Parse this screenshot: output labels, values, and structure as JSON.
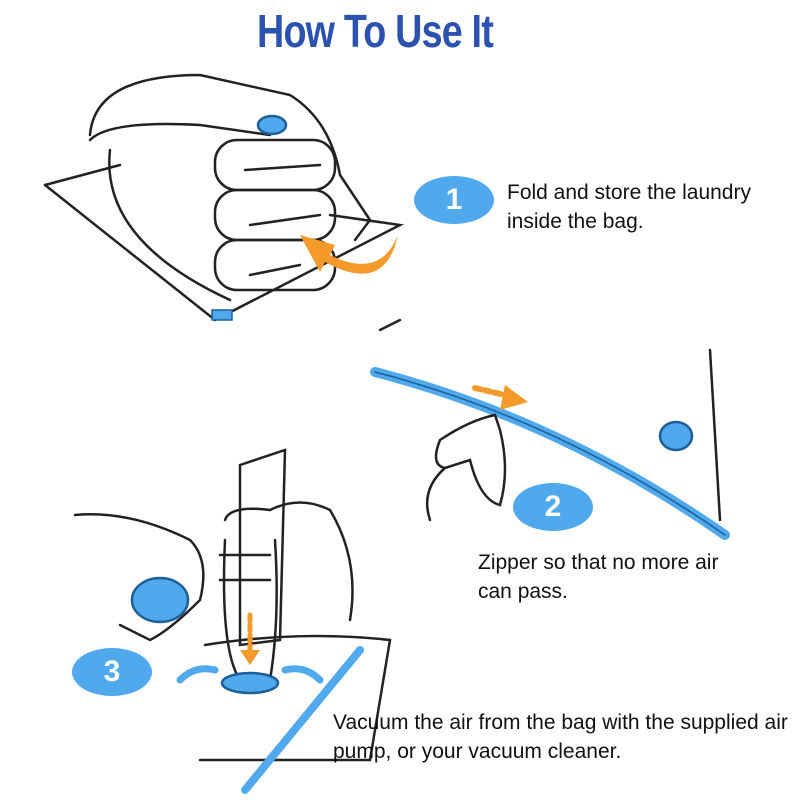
{
  "title": "How To Use It",
  "steps": [
    {
      "number": "1",
      "text": "Fold and store the laundry inside the bag."
    },
    {
      "number": "2",
      "text": "Zipper so that no more air can pass."
    },
    {
      "number": "3",
      "text": "Vacuum the air from the bag with the supplied air pump, or your vacuum cleaner."
    }
  ],
  "colors": {
    "title": "#2c52b0",
    "badge": "#4fa9ec",
    "arrow": "#f39a2b",
    "zipper": "#4fa9ec"
  }
}
